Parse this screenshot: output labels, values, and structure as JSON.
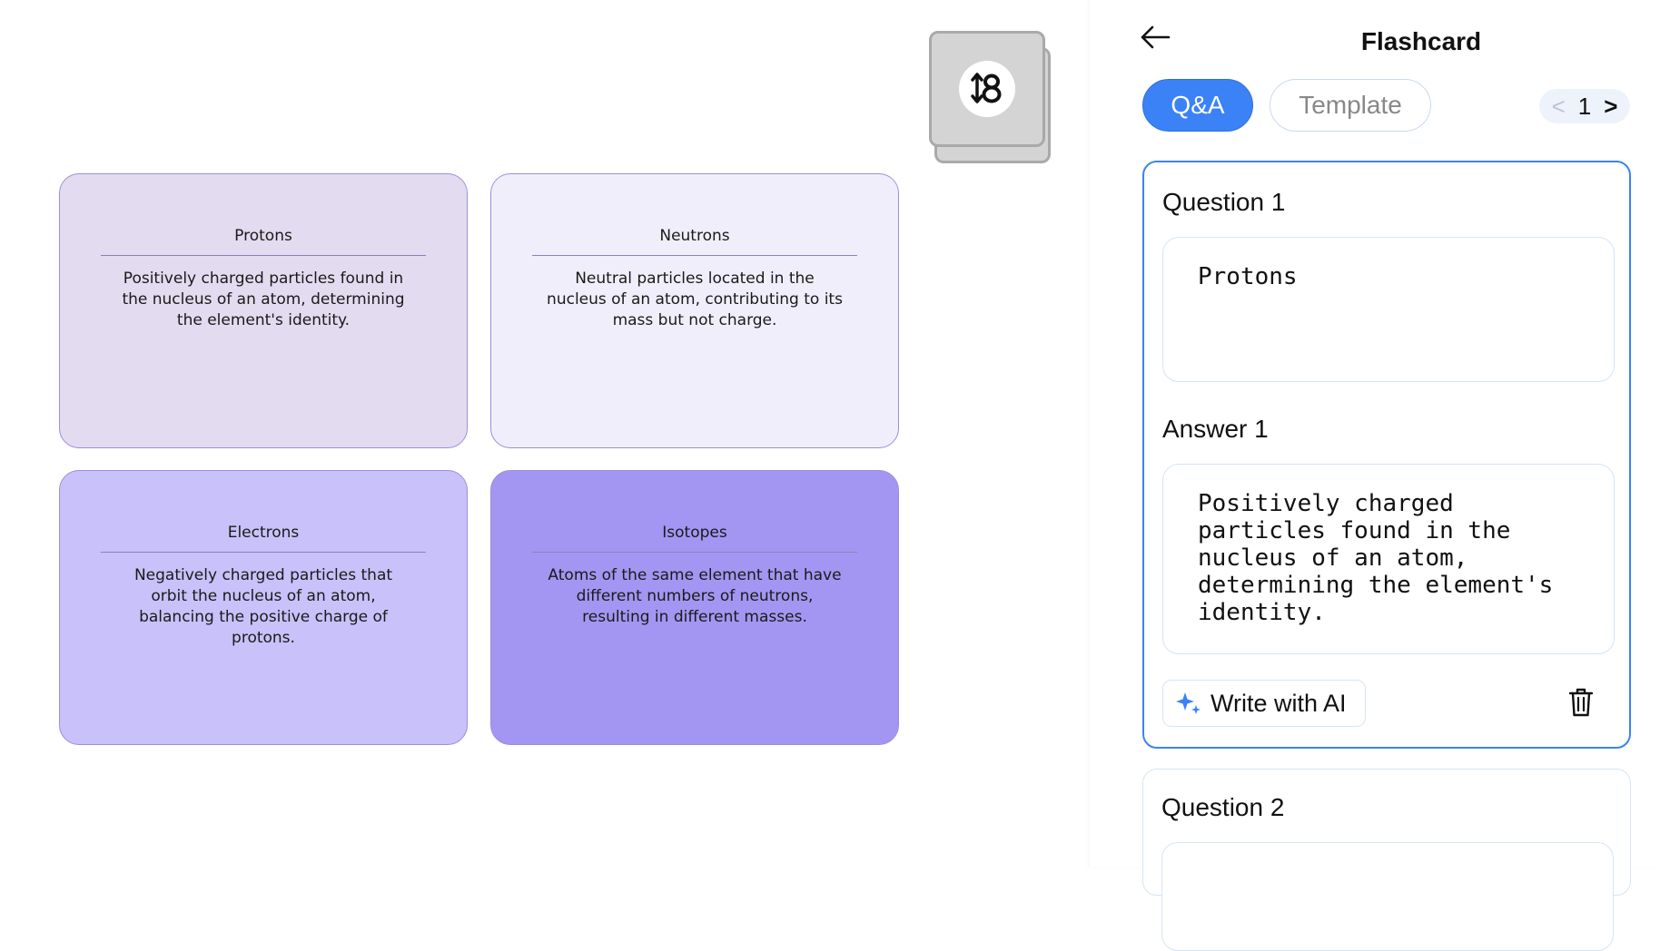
{
  "cards": [
    {
      "title": "Protons",
      "body": "Positively charged particles found in the nucleus of an atom, determining the element's identity.",
      "color": "#e3dbf0"
    },
    {
      "title": "Neutrons",
      "body": "Neutral particles located in the nucleus of an atom, contributing to its mass but not charge.",
      "color": "#f1eefc"
    },
    {
      "title": "Electrons",
      "body": "Negatively charged particles that orbit the nucleus of an atom, balancing the positive charge of protons.",
      "color": "#c9c1f9"
    },
    {
      "title": "Isotopes",
      "body": "Atoms of the same element that have different numbers of neutrons, resulting in different masses.",
      "color": "#a396f2"
    }
  ],
  "panel": {
    "title": "Flashcard",
    "tabs": {
      "qa": "Q&A",
      "template": "Template"
    },
    "pager": {
      "prev": "<",
      "page": "1",
      "next": ">"
    },
    "questions": [
      {
        "question_label": "Question 1",
        "question": "Protons",
        "answer_label": "Answer 1",
        "answer": "Positively charged particles found in the nucleus of an atom, determining the element's identity."
      },
      {
        "question_label": "Question 2"
      }
    ],
    "write_ai_label": "Write with AI"
  },
  "colors": {
    "accent": "#3b82f6",
    "card_border": "#9b8fd8"
  },
  "icons": [
    "back-arrow-icon",
    "shuffle-icon",
    "sparkle-icon",
    "trash-icon"
  ]
}
